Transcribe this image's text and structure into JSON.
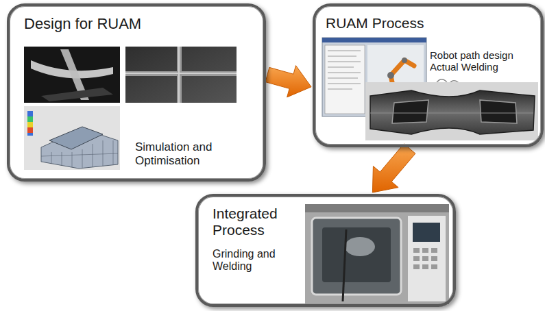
{
  "diagram": {
    "nodes": [
      {
        "text": [
          "Design for RUAM",
          "Simulation and Optimisation"
        ]
      },
      {
        "text": [
          "RUAM Process",
          "Robot path design Actual Welding"
        ]
      },
      {
        "text": [
          "Integrated Process",
          "Grinding and Welding"
        ]
      }
    ],
    "edges": [
      {
        "from": 0,
        "to": 1,
        "arrow": "to"
      },
      {
        "from": 1,
        "to": 2,
        "arrow": "to"
      }
    ]
  }
}
